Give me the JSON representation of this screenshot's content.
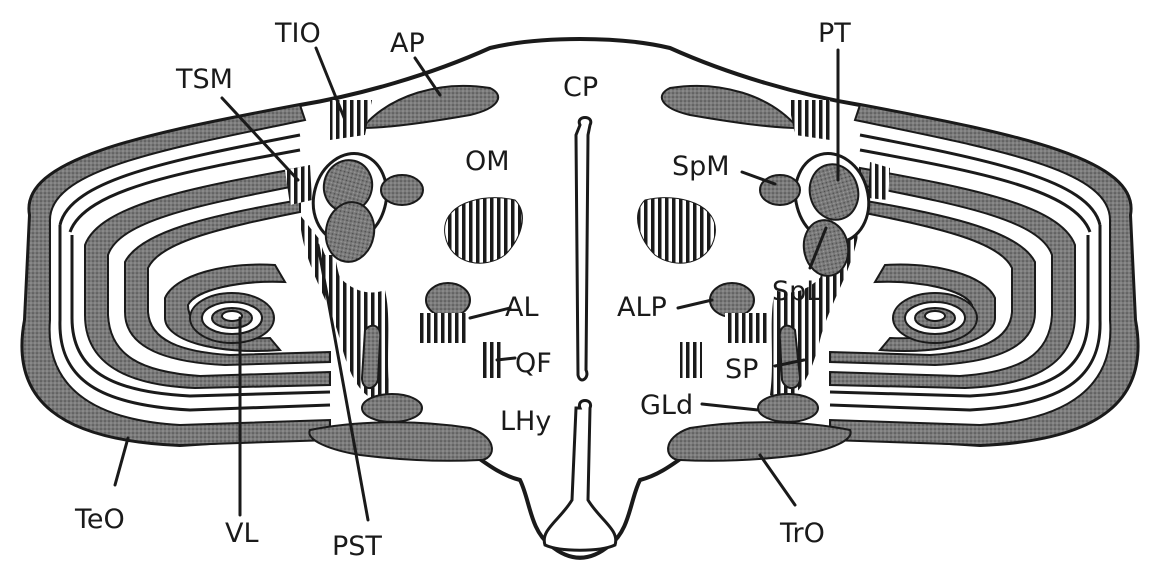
{
  "colors": {
    "ink": "#1a1a1a",
    "stipple": "#6e6e6e",
    "paper": "#ffffff"
  },
  "labels": {
    "tio": "TIO",
    "ap": "AP",
    "tsm": "TSM",
    "cp": "CP",
    "pt": "PT",
    "om": "OM",
    "spm": "SpM",
    "al": "AL",
    "alp": "ALP",
    "spl": "SpL",
    "qf": "QF",
    "sp": "SP",
    "gld": "GLd",
    "lhy": "LHy",
    "teo": "TeO",
    "vl": "VL",
    "pst": "PST",
    "tro": "TrO"
  }
}
